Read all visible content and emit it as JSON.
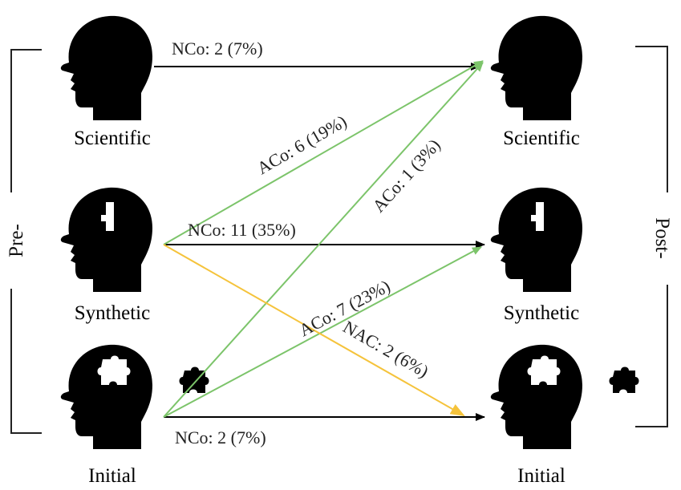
{
  "nodes": {
    "pre_scientific": {
      "label": "Scientific",
      "icon": "head-icon"
    },
    "pre_synthetic": {
      "label": "Synthetic",
      "icon": "head-synthetic-icon"
    },
    "pre_initial": {
      "label": "Initial",
      "icon": "head-puzzle-icon"
    },
    "post_scientific": {
      "label": "Scientific",
      "icon": "head-icon"
    },
    "post_synthetic": {
      "label": "Synthetic",
      "icon": "head-synthetic-icon"
    },
    "post_initial": {
      "label": "Initial",
      "icon": "head-puzzle-icon"
    }
  },
  "sides": {
    "pre": "Pre-",
    "post": "Post-"
  },
  "edges": [
    {
      "id": "sci_sci",
      "label": "NCo: 2 (7%)",
      "color": "#000000"
    },
    {
      "id": "syn_sci",
      "label": "ACo: 6 (19%)",
      "color": "#7cc46a"
    },
    {
      "id": "ini_sci",
      "label": "ACo: 1 (3%)",
      "color": "#7cc46a"
    },
    {
      "id": "syn_syn",
      "label": "NCo: 11 (35%)",
      "color": "#000000"
    },
    {
      "id": "ini_syn",
      "label": "ACo: 7 (23%)",
      "color": "#7cc46a"
    },
    {
      "id": "syn_ini",
      "label": "NAC: 2 (6%)",
      "color": "#f5c33b"
    },
    {
      "id": "ini_ini",
      "label": "NCo: 2 (7%)",
      "color": "#000000"
    }
  ],
  "colors": {
    "acquired": "#7cc46a",
    "not_acquired": "#f5c33b",
    "no_change": "#000000"
  }
}
